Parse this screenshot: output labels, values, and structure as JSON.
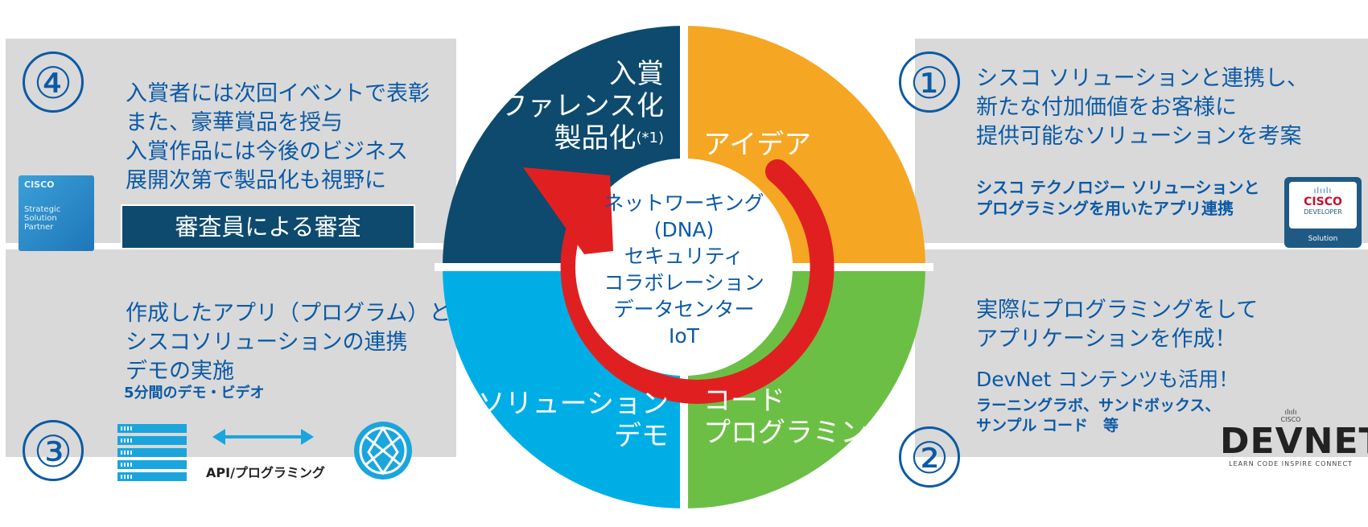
{
  "colors": {
    "panel": "#d9d9d9",
    "text_blue": "#0b5aa6",
    "quad_navy": "#0d4a6e",
    "quad_orange": "#f5a623",
    "quad_green": "#6cbf45",
    "quad_cyan": "#00aee6",
    "arrow_red": "#e02020"
  },
  "steps": {
    "s1": {
      "number": "①",
      "lines": [
        "シスコ ソリューションと連携し、",
        "新たな付加価値をお客様に",
        "提供可能なソリューションを考案"
      ],
      "bold_lines": [
        "シスコ テクノロジー ソリューションと",
        "プログラミングを用いたアプリ連携"
      ]
    },
    "s2": {
      "number": "②",
      "lines": [
        "実際にプログラミングをして",
        "アプリケーションを作成！"
      ],
      "devnet_line": "DevNet コンテンツも活用！",
      "bold_lines": [
        "ラーニングラボ、サンドボックス、",
        "サンプル コード　等"
      ]
    },
    "s3": {
      "number": "③",
      "lines": [
        "作成したアプリ（プログラム）と",
        "シスコソリューションの連携",
        "デモの実施"
      ],
      "bold_line": "5分間のデモ・ビデオ",
      "api_label": "API/プログラミング"
    },
    "s4": {
      "number": "④",
      "lines": [
        "入賞者には次回イベントで表彰",
        "また、豪華賞品を授与",
        "入賞作品には今後のビジネス",
        "展開次第で製品化も視野に"
      ],
      "judge_label": "審査員による審査"
    }
  },
  "wheel": {
    "q_navy": [
      "入賞",
      "リファレンス化"
    ],
    "q_navy_last": "製品化",
    "q_navy_sup": "(*1)",
    "q_orange": "アイデア",
    "q_green": [
      "コード",
      "プログラミング"
    ],
    "q_cyan": [
      "ソリューション",
      "デモ"
    ]
  },
  "center": [
    "ネットワーキング",
    "(DNA)",
    "セキュリティ",
    "コラボレーション",
    "データセンター",
    "IoT"
  ],
  "logos": {
    "partner": [
      "Strategic",
      "Solution",
      "Partner"
    ],
    "cisco_word": "CISCO",
    "developer_word": "DEVELOPER",
    "solution_word": "Solution",
    "devnet_word": "DEVNET",
    "devnet_tagline": "LEARN   CODE   INSPIRE   CONNECT"
  }
}
